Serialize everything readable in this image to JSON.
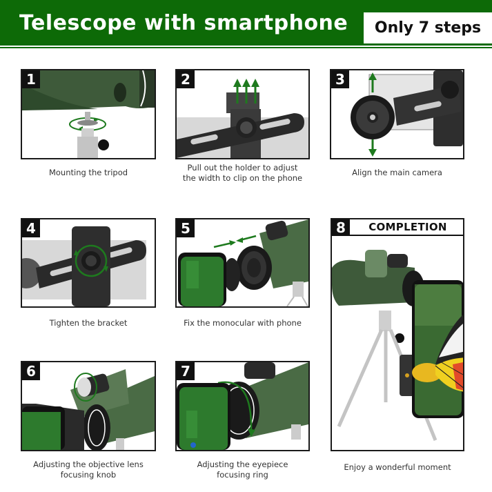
{
  "header": {
    "title": "Telescope with smartphone",
    "badge": "Only 7 steps",
    "background_color": "#0d6a07"
  },
  "steps": [
    {
      "number": "1",
      "caption_lines": [
        "Mounting the tripod"
      ],
      "icon": "tripod-mount-illustration"
    },
    {
      "number": "2",
      "caption_lines": [
        "Pull out the holder to adjust",
        "the width to clip on the phone"
      ],
      "icon": "phone-holder-illustration"
    },
    {
      "number": "3",
      "caption_lines": [
        "Align the main camera"
      ],
      "icon": "eyepiece-align-illustration"
    },
    {
      "number": "4",
      "caption_lines": [
        "Tighten the bracket"
      ],
      "icon": "bracket-tighten-illustration"
    },
    {
      "number": "5",
      "caption_lines": [
        "Fix the monocular with phone"
      ],
      "icon": "monocular-phone-attach-illustration"
    },
    {
      "number": "6",
      "caption_lines": [
        "Adjusting the objective lens",
        "focusing knob"
      ],
      "icon": "focus-knob-illustration"
    },
    {
      "number": "7",
      "caption_lines": [
        "Adjusting the eyepiece",
        "focusing ring"
      ],
      "icon": "eyepiece-ring-illustration"
    },
    {
      "number": "8",
      "title": "COMPLETION",
      "caption_lines": [
        "Enjoy a wonderful moment"
      ],
      "icon": "completed-setup-butterfly-illustration"
    }
  ],
  "colors": {
    "arrow_green": "#1e7a1e",
    "scope_green": "#4a6b45",
    "frame": "#1a1a1a"
  }
}
